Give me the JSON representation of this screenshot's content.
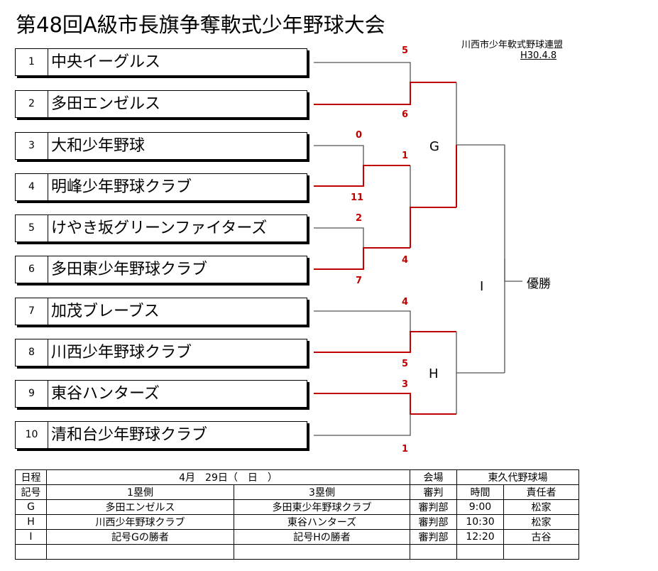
{
  "title": "第48回A級市長旗争奪軟式少年野球大会",
  "organizer": "川西市少年軟式野球連盟",
  "date": "H30.4.8",
  "teams": [
    {
      "num": "1",
      "name": "中央イーグルス"
    },
    {
      "num": "2",
      "name": "多田エンゼルス"
    },
    {
      "num": "3",
      "name": "大和少年野球"
    },
    {
      "num": "4",
      "name": "明峰少年野球クラブ"
    },
    {
      "num": "5",
      "name": "けやき坂グリーンファイターズ"
    },
    {
      "num": "6",
      "name": "多田東少年野球クラブ"
    },
    {
      "num": "7",
      "name": "加茂ブレーブス"
    },
    {
      "num": "8",
      "name": "川西少年野球クラブ"
    },
    {
      "num": "9",
      "name": "東谷ハンターズ"
    },
    {
      "num": "10",
      "name": "清和台少年野球クラブ"
    }
  ],
  "scores": {
    "m1_top": "5",
    "m1_bottom": "6",
    "m2_top": "0",
    "m2_bottom": "11",
    "m3_top": "2",
    "m3_bottom": "7",
    "m4_top": "1",
    "m4_bottom": "4",
    "m5_top": "4",
    "m5_bottom": "5",
    "m6_top": "3",
    "m6_bottom": "1"
  },
  "match_labels": {
    "g": "G",
    "h": "H",
    "i": "I"
  },
  "champion_label": "優勝",
  "colors": {
    "winner_line": "#c00000",
    "score": "#c00000"
  },
  "schedule": {
    "row1": {
      "label": "日程",
      "date": "4月　29日（　日　）",
      "venue_label": "会場",
      "venue": "東久代野球場"
    },
    "header": {
      "code": "記号",
      "side1": "1塁側",
      "side3": "3塁側",
      "umpire": "審判",
      "time": "時間",
      "responsible": "責任者"
    },
    "rows": [
      {
        "code": "G",
        "side1": "多田エンゼルス",
        "side3": "多田東少年野球クラブ",
        "umpire": "審判部",
        "time": "9:00",
        "responsible": "松家"
      },
      {
        "code": "H",
        "side1": "川西少年野球クラブ",
        "side3": "東谷ハンターズ",
        "umpire": "審判部",
        "time": "10:30",
        "responsible": "松家"
      },
      {
        "code": "I",
        "side1": "記号Gの勝者",
        "side3": "記号Hの勝者",
        "umpire": "審判部",
        "time": "12:20",
        "responsible": "古谷"
      }
    ]
  }
}
